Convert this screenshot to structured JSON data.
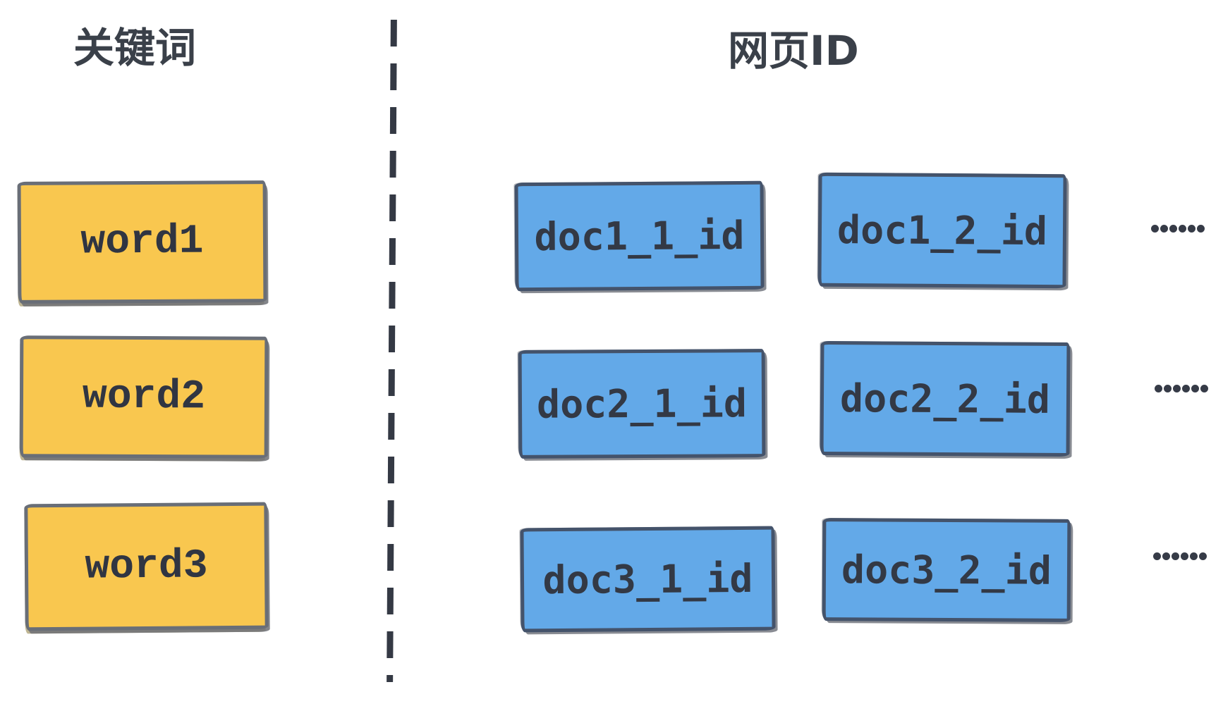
{
  "diagram": {
    "headers": {
      "left": "关键词",
      "right": "网页ID"
    },
    "keywords": [
      {
        "label": "word1"
      },
      {
        "label": "word2"
      },
      {
        "label": "word3"
      }
    ],
    "rows": [
      {
        "doc1": "doc1_1_id",
        "doc2": "doc1_2_id",
        "ellipsis": "……"
      },
      {
        "doc1": "doc2_1_id",
        "doc2": "doc2_2_id",
        "ellipsis": "……"
      },
      {
        "doc1": "doc3_1_id",
        "doc2": "doc3_2_id",
        "ellipsis": "……"
      }
    ],
    "colors": {
      "keyword_fill": "#F9C74F",
      "doc_fill": "#63A9E8",
      "text_dark": "#333945",
      "keyword_border": "#696E77",
      "doc_border": "#44536B",
      "separator": "#343944"
    }
  }
}
